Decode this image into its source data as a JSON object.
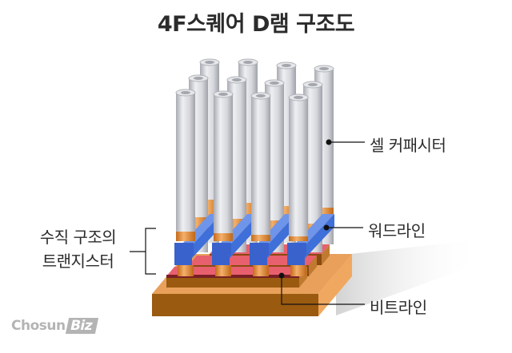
{
  "title": "4F스퀘어 D램 구조도",
  "labels": {
    "cell_capacitor": "셀 커패시터",
    "word_line": "워드라인",
    "bit_line": "비트라인",
    "vertical_transistor_line1": "수직 구조의",
    "vertical_transistor_line2": "트랜지스터"
  },
  "logo": {
    "text": "Chosun",
    "accent": "Biz"
  },
  "colors": {
    "capacitor": "#d9dadf",
    "capacitor_shade": "#b9bbc2",
    "transistor": "#e8913a",
    "word_line": "#3f6fd8",
    "word_line_top": "#6f95ea",
    "bit_line": "#e8606e",
    "bit_line_dark": "#7a1f25",
    "substrate": "#9a5a10",
    "substrate_top": "#e8a05a"
  }
}
